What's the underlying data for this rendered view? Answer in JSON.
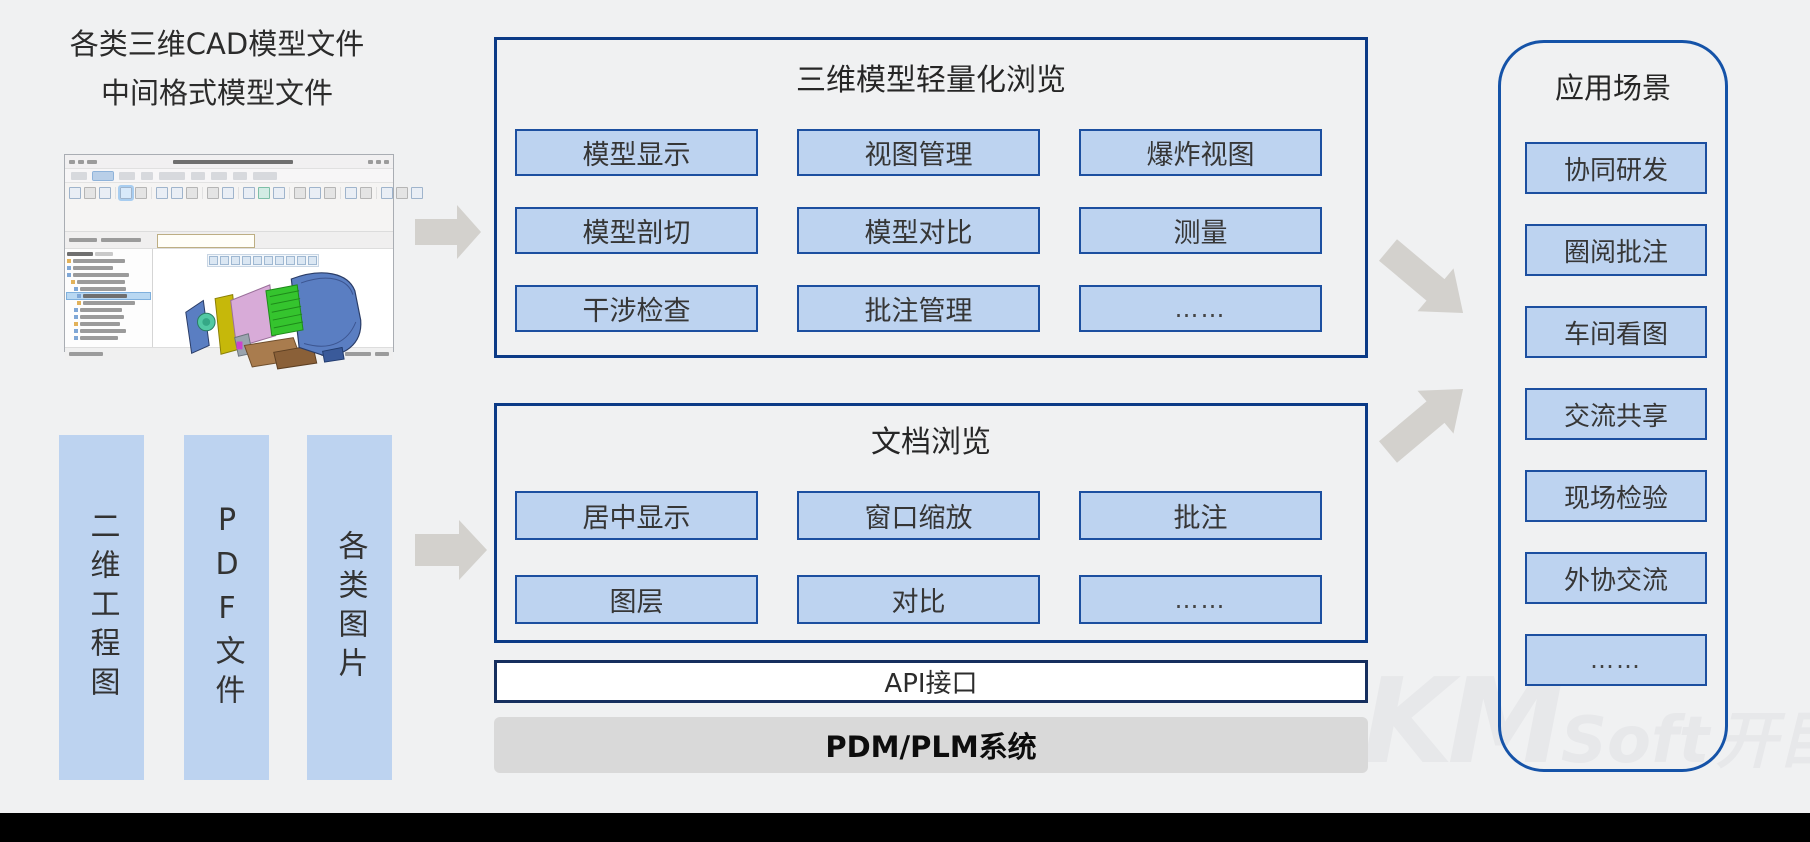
{
  "source_panel": {
    "heading_line1": "各类三维CAD模型文件",
    "heading_line2": "中间格式模型文件",
    "bars": [
      "二维工程图",
      "PDF文件",
      "各类图片"
    ]
  },
  "model_browse": {
    "title": "三维模型轻量化浏览",
    "items": [
      "模型显示",
      "视图管理",
      "爆炸视图",
      "模型剖切",
      "模型对比",
      "测量",
      "干涉检查",
      "批注管理",
      "……"
    ]
  },
  "doc_browse": {
    "title": "文档浏览",
    "items": [
      "居中显示",
      "窗口缩放",
      "批注",
      "图层",
      "对比",
      "……"
    ]
  },
  "api_bar": {
    "label": "API接口"
  },
  "pdm_bar": {
    "label": "PDM/PLM系统"
  },
  "scenarios": {
    "title": "应用场景",
    "items": [
      "协同研发",
      "圈阅批注",
      "车间看图",
      "交流共享",
      "现场检验",
      "外协交流",
      "……"
    ]
  },
  "watermark": {
    "km": "KM",
    "soft": "Soft",
    "cn": "开目"
  },
  "colors": {
    "background": "#f0f1f2",
    "box_fill": "#bdd3f0",
    "box_border": "#1c4fa0",
    "outer_border": "#0b3a86",
    "panel_border": "#1553a8",
    "api_border": "#162f5e",
    "pdm_fill": "#d9d9d9",
    "arrow": "#d3d1cd",
    "bottom_bar": "#000000"
  }
}
